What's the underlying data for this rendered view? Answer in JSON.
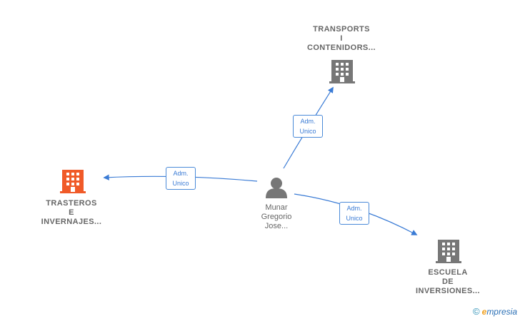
{
  "colors": {
    "edge": "#3a7bd5",
    "company_gray": "#777777",
    "company_highlight": "#f05a28",
    "person": "#777777"
  },
  "center_person": {
    "name_lines": [
      "Munar",
      "Gregorio",
      "Jose..."
    ],
    "icon": "person-icon"
  },
  "companies": [
    {
      "id": "transports",
      "name_lines": [
        "TRANSPORTS",
        "I",
        "CONTENIDORS..."
      ],
      "icon": "building-icon",
      "highlight": false
    },
    {
      "id": "trasteros",
      "name_lines": [
        "TRASTEROS",
        "E",
        "INVERNAJES..."
      ],
      "icon": "building-icon",
      "highlight": true
    },
    {
      "id": "escuela",
      "name_lines": [
        "ESCUELA",
        "DE",
        "INVERSIONES..."
      ],
      "icon": "building-icon",
      "highlight": false
    }
  ],
  "edges": [
    {
      "to": "transports",
      "label_lines": [
        "Adm.",
        "Unico"
      ]
    },
    {
      "to": "trasteros",
      "label_lines": [
        "Adm.",
        "Unico"
      ]
    },
    {
      "to": "escuela",
      "label_lines": [
        "Adm.",
        "Unico"
      ]
    }
  ],
  "brand": {
    "copyright": "©",
    "first_letter": "e",
    "rest": "mpresia"
  }
}
